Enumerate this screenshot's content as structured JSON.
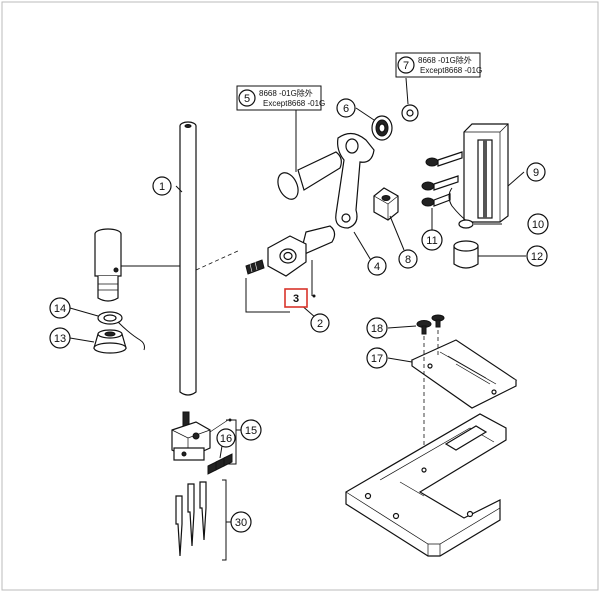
{
  "callouts": {
    "c1": "1",
    "c2": "2",
    "c3": "3",
    "c4": "4",
    "c5": "5",
    "c6": "6",
    "c7": "7",
    "c8": "8",
    "c9": "9",
    "c10": "10",
    "c11": "11",
    "c12": "12",
    "c13": "13",
    "c14": "14",
    "c15": "15",
    "c16": "16",
    "c17": "17",
    "c18": "18",
    "c30": "30"
  },
  "notes": {
    "n5_line1": "8668 -01G除外",
    "n5_line2": "Except8668 -01G",
    "n7_line1": "8668 -01G除外",
    "n7_line2": "Except8668 -01G"
  },
  "colors": {
    "line": "#111111",
    "highlight": "#d9342b",
    "background": "#ffffff"
  }
}
